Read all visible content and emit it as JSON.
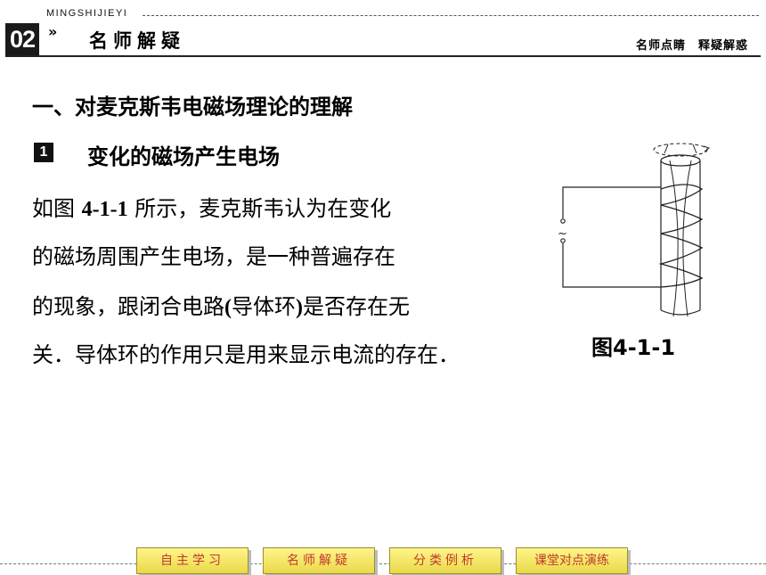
{
  "header": {
    "chapter_number": "02",
    "pinyin": "MINGSHIJIEYI",
    "chevron": "»",
    "section_title": "名师解疑",
    "right_label": "名师点睛　释疑解惑"
  },
  "content": {
    "heading1": "一、对麦克斯韦电磁场理论的理解",
    "point_number": "1",
    "heading2": "变化的磁场产生电场",
    "para_lines": [
      {
        "pre": "如图 ",
        "bold": "4-1-1",
        "post": " 所示，麦克斯韦认为在变化"
      },
      {
        "pre": "的磁场周围产生电场，是一种普遍存在",
        "bold": "",
        "post": ""
      },
      {
        "pre": "的现象，跟闭合电路",
        "bold": "(",
        "post": "导体环"
      },
      {
        "pre": "关．导体环的作用只是用来显示电流的存在．",
        "bold": "",
        "post": ""
      }
    ],
    "para_line3_tail_bold": ")",
    "para_line3_tail": "是否存在无",
    "figure_caption": "图4-1-1",
    "ac_symbol": "~"
  },
  "nav": {
    "items": [
      "自主学习",
      "名师解疑",
      "分类例析",
      "课堂对点演练"
    ]
  },
  "colors": {
    "nav_text": "#c0392b",
    "nav_bg": "#f5e96a"
  }
}
